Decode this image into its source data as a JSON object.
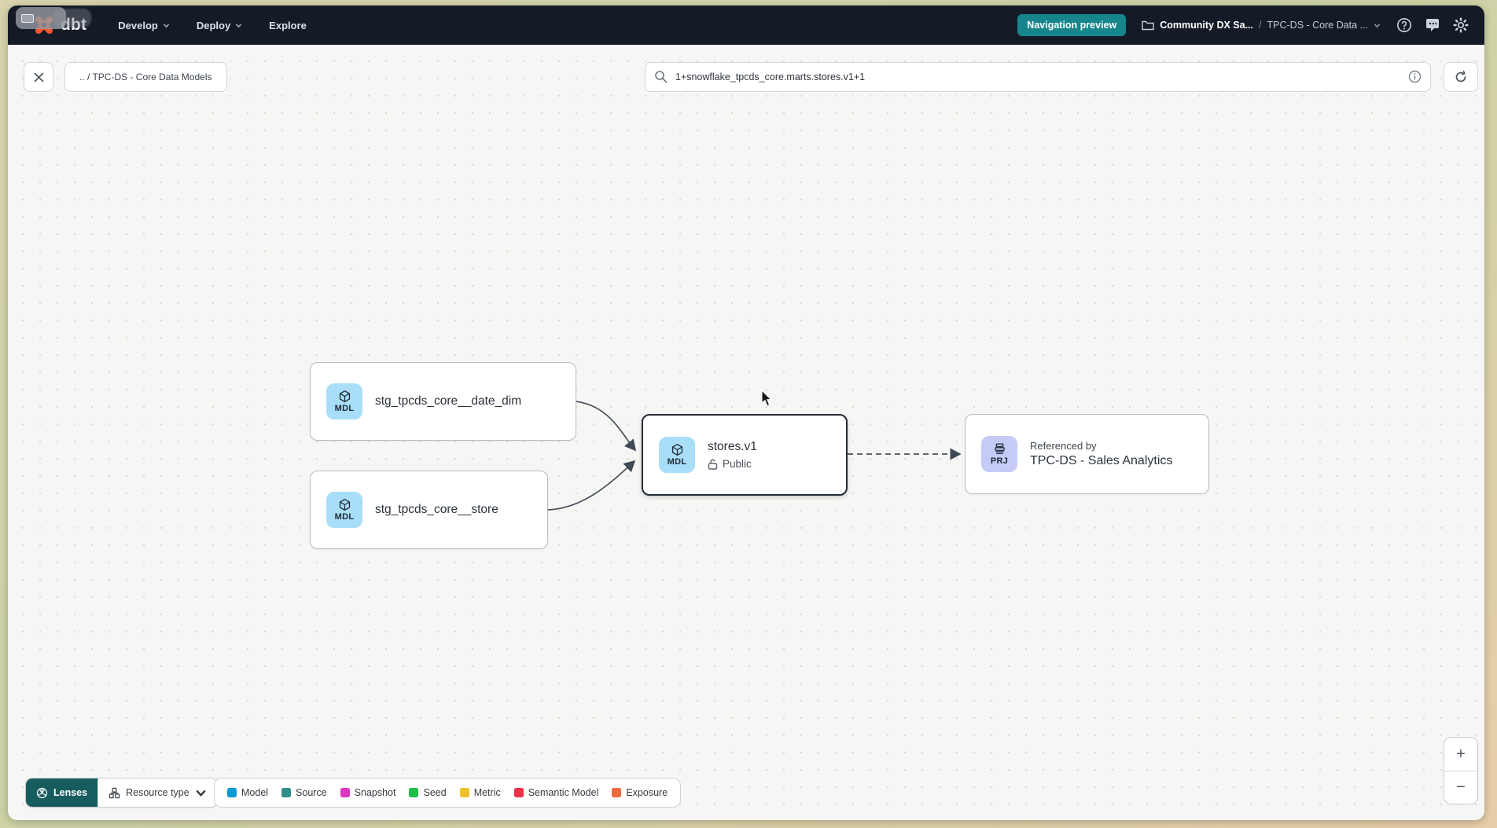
{
  "navbar": {
    "logo_text": "dbt",
    "menu": [
      {
        "label": "Develop"
      },
      {
        "label": "Deploy"
      },
      {
        "label": "Explore"
      }
    ],
    "preview_badge": "Navigation preview",
    "account": "Community DX Sa...",
    "breadcrumb_separator": "/",
    "project": "TPC-DS - Core Data ..."
  },
  "toolbar": {
    "breadcrumb": ".. / TPC-DS - Core Data Models",
    "search_value": "1+snowflake_tpcds_core.marts.stores.v1+1"
  },
  "graph": {
    "nodes": [
      {
        "badge": "MDL",
        "label": "stg_tpcds_core__date_dim"
      },
      {
        "badge": "MDL",
        "label": "stg_tpcds_core__store"
      },
      {
        "badge": "MDL",
        "label": "stores.v1",
        "access": "Public"
      },
      {
        "badge": "PRJ",
        "kicker": "Referenced by",
        "label": "TPC-DS - Sales Analytics"
      }
    ],
    "badge_colors": {
      "model_bg": "#a8def8",
      "project_bg": "#c5cbf6"
    }
  },
  "footer": {
    "lenses_label": "Lenses",
    "resource_type_label": "Resource type",
    "legend": [
      {
        "label": "Model",
        "color": "#0d99d6"
      },
      {
        "label": "Source",
        "color": "#2f8d8a"
      },
      {
        "label": "Snapshot",
        "color": "#dd37c3"
      },
      {
        "label": "Seed",
        "color": "#1dbf49"
      },
      {
        "label": "Metric",
        "color": "#ecc228"
      },
      {
        "label": "Semantic Model",
        "color": "#ef3049"
      },
      {
        "label": "Exposure",
        "color": "#ed6a3d"
      }
    ]
  },
  "zoom_controls": {
    "zoom_in": "+",
    "zoom_out": "−"
  },
  "colors": {
    "navbar_bg": "#141b27",
    "preview_badge_bg": "#17868c",
    "lenses_bg": "#175d5f",
    "logo_orange": "#ff5632"
  }
}
